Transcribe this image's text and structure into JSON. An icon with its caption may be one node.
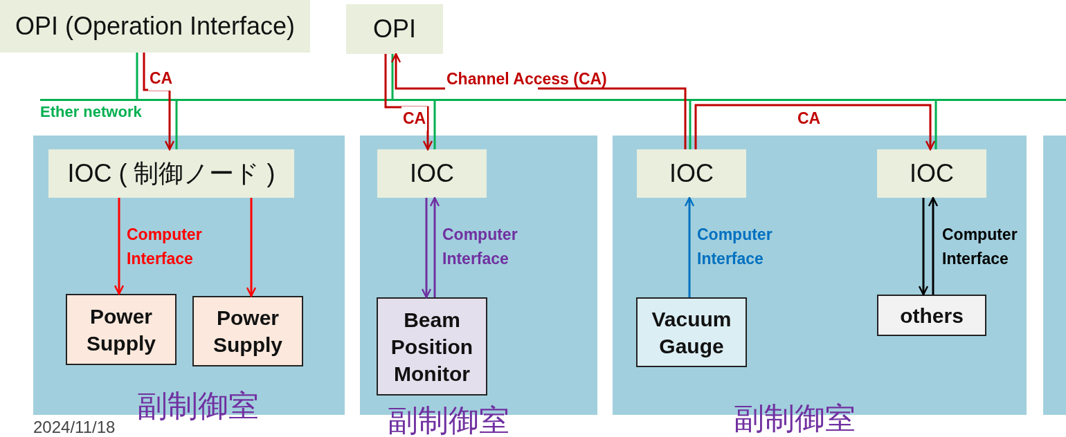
{
  "diagram": {
    "nodes": [
      {
        "text": [
          "OPI (Operation Interface)"
        ]
      },
      {
        "text": [
          "OPI"
        ]
      },
      {
        "text": [
          "Ether network"
        ]
      },
      {
        "text": [
          "副制御室"
        ]
      },
      {
        "text": [
          "IOC ( 制御ノード )"
        ],
        "in": 3
      },
      {
        "text": [
          "Power Supply"
        ],
        "in": 3
      },
      {
        "text": [
          "Power Supply"
        ],
        "in": 3
      },
      {
        "text": [
          "副制御室"
        ]
      },
      {
        "text": [
          "IOC"
        ],
        "in": 7
      },
      {
        "text": [
          "Beam Position Monitor"
        ],
        "in": 7
      },
      {
        "text": [
          "副制御室"
        ]
      },
      {
        "text": [
          "IOC"
        ],
        "in": 10
      },
      {
        "text": [
          "IOC"
        ],
        "in": 10
      },
      {
        "text": [
          "Vacuum Gauge"
        ],
        "in": 10
      },
      {
        "text": [
          "others"
        ],
        "in": 10
      },
      {
        "text": [],
        "shape": "box"
      }
    ],
    "edges": [
      {
        "from": 0,
        "to": 2,
        "arrow": "none",
        "color": "#00b050"
      },
      {
        "from": 2,
        "to": 4,
        "arrow": "none",
        "color": "#00b050"
      },
      {
        "from": 1,
        "to": 2,
        "arrow": "none",
        "color": "#00b050"
      },
      {
        "from": 2,
        "to": 8,
        "arrow": "none",
        "color": "#00b050"
      },
      {
        "from": 2,
        "to": 11,
        "arrow": "none",
        "color": "#00b050"
      },
      {
        "from": 2,
        "to": 12,
        "arrow": "none",
        "color": "#00b050"
      },
      {
        "from": 0,
        "to": 4,
        "arrow": "to",
        "label": "CA",
        "color": "#c00000"
      },
      {
        "from": 1,
        "to": 8,
        "arrow": "to",
        "label": "CA",
        "color": "#c00000"
      },
      {
        "from": 11,
        "to": 1,
        "arrow": "to",
        "label": "Channel Access (CA)",
        "color": "#c00000"
      },
      {
        "from": 11,
        "to": 12,
        "arrow": "to",
        "label": "CA",
        "color": "#c00000"
      },
      {
        "from": 4,
        "to": 5,
        "arrow": "to",
        "label": "Computer Interface",
        "color": "#ff0000"
      },
      {
        "from": 4,
        "to": 6,
        "arrow": "to",
        "color": "#ff0000"
      },
      {
        "from": 8,
        "to": 9,
        "arrow": "to",
        "color": "#7030a0"
      },
      {
        "from": 9,
        "to": 8,
        "arrow": "to",
        "label": "Computer Interface",
        "color": "#7030a0"
      },
      {
        "from": 13,
        "to": 11,
        "arrow": "to",
        "label": "Computer Interface",
        "color": "#0070c0"
      },
      {
        "from": 12,
        "to": 14,
        "arrow": "to",
        "color": "#000000"
      },
      {
        "from": 14,
        "to": 12,
        "arrow": "to",
        "label": "Computer Interface",
        "color": "#000000"
      }
    ],
    "labels": [
      "2024/11/18"
    ]
  }
}
